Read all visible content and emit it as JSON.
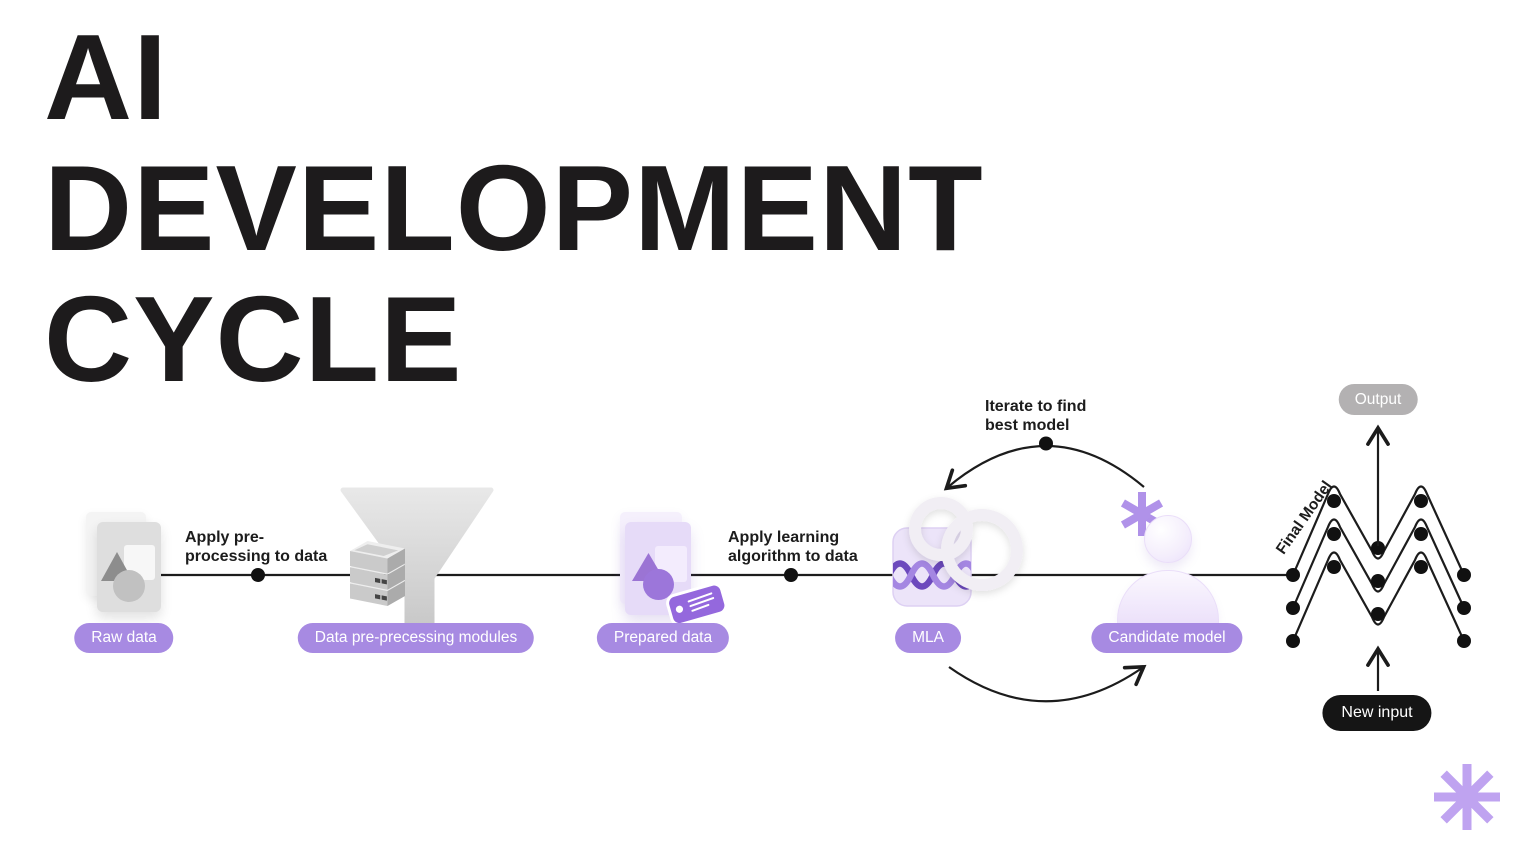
{
  "title": {
    "line1": "AI",
    "line2": "DEVELOPMENT",
    "line3": "CYCLE"
  },
  "diagram": {
    "pills": {
      "raw_data": "Raw data",
      "preprocessing_modules": "Data pre-precessing modules",
      "prepared_data": "Prepared data",
      "mla": "MLA",
      "candidate_model": "Candidate model"
    },
    "annotations": {
      "apply_preprocessing": {
        "line1": "Apply pre-",
        "line2": "processing to data"
      },
      "apply_learning": {
        "line1": "Apply learning",
        "line2": "algorithm to data"
      },
      "iterate": {
        "line1": "Iterate to find",
        "line2": "best model"
      }
    },
    "final_model_label": "Final Model",
    "output_label": "Output",
    "new_input_label": "New input",
    "icons": {
      "raw_data": "stacked-documents-shapes-icon",
      "preprocessing_modules": "funnel-with-servers-icon",
      "prepared_data": "stacked-documents-tag-icon",
      "mla": "dna-helix-rings-icon",
      "candidate_model": "person-asterisk-icon",
      "decoration_bottom_right": "asterisk-burst-icon"
    },
    "colors": {
      "pill_purple": "#a78ae2",
      "pill_gray": "#b3b1b2",
      "pill_dark": "#151515",
      "accent_purple": "#9468dd",
      "light_purple": "#b9a0ee",
      "line": "#1c1c1c",
      "title_text": "#1d1b1c"
    }
  }
}
